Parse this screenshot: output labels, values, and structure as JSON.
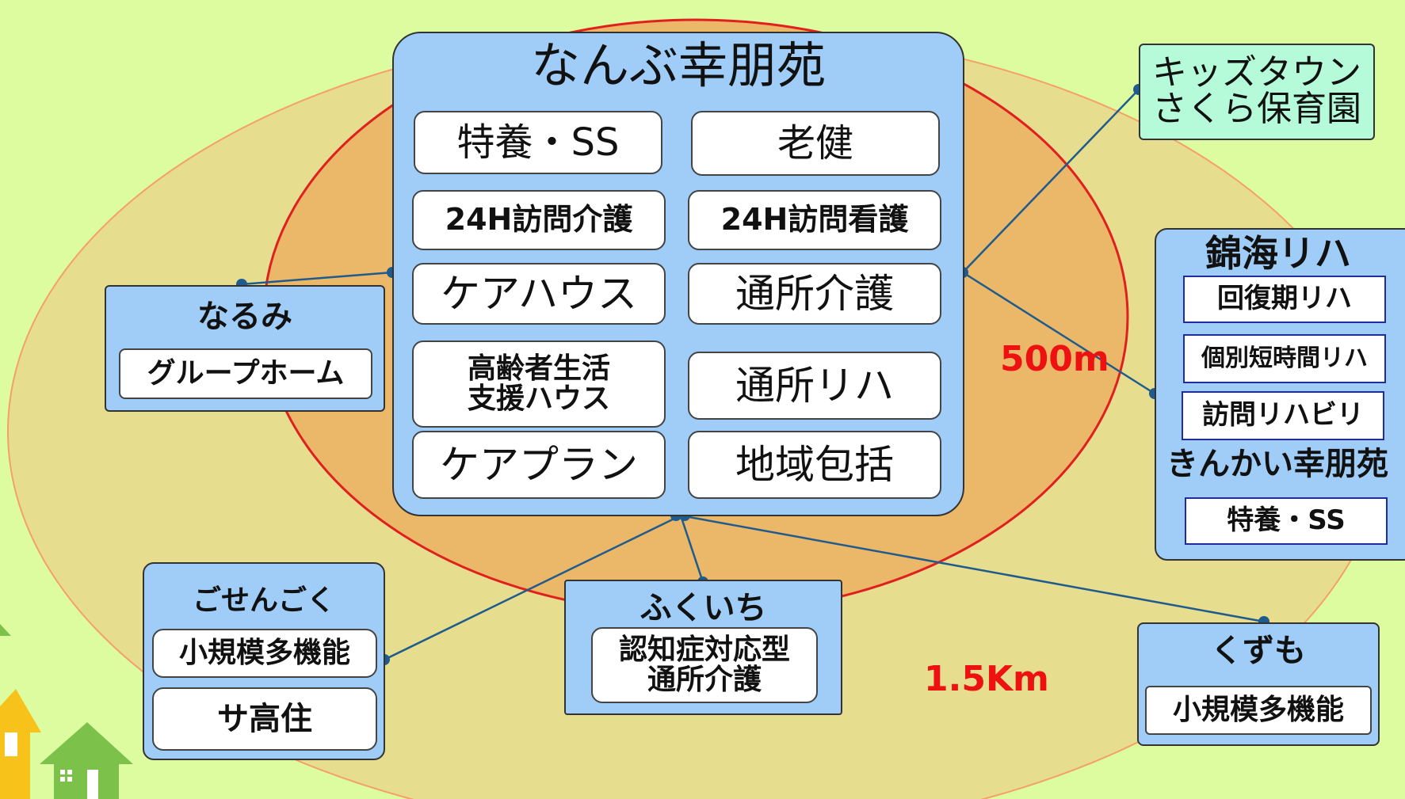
{
  "colors": {
    "background": "#ddfc9f",
    "outer_zone": "#e6de8e",
    "outer_zone_stroke": "#f4a068",
    "inner_zone": "#ebb768",
    "inner_zone_stroke": "#e0201e",
    "facility_fill": "#9fcdf8",
    "kids_fill": "#b6fbd9",
    "connector": "#1f5b8c",
    "radius_label": "#ee1111"
  },
  "hub": {
    "title": "なんぶ幸朋苑",
    "services": [
      [
        "特養・SS"
      ],
      [
        "老健"
      ],
      [
        "24H訪問介護"
      ],
      [
        "24H訪問看護"
      ],
      [
        "ケアハウス"
      ],
      [
        "通所介護"
      ],
      [
        "高齢者生活",
        "支援ハウス"
      ],
      [
        "通所リハ"
      ],
      [
        "ケアプラン"
      ],
      [
        "地域包括"
      ]
    ]
  },
  "kids": {
    "lines": [
      "キッズタウン",
      "さくら保育園"
    ]
  },
  "kinkai": {
    "title": "錦海リハ",
    "services": [
      "回復期リハ",
      "個別短時間リハ",
      "訪問リハビリ"
    ],
    "subtitle": "きんかい幸朋苑",
    "sub_services": [
      "特養・SS"
    ]
  },
  "narumi": {
    "title": "なるみ",
    "services": [
      "グループホーム"
    ]
  },
  "gosengoku": {
    "title": "ごせんごく",
    "services": [
      "小規模多機能",
      "サ高住"
    ]
  },
  "fukuichi": {
    "title": "ふくいち",
    "services": [
      [
        "認知症対応型",
        "通所介護"
      ]
    ]
  },
  "kuzumo": {
    "title": "くずも",
    "services": [
      "小規模多機能"
    ]
  },
  "radius_labels": {
    "inner": "500m",
    "outer": "1.5Km"
  },
  "decorations": [
    "house-icon-yellow",
    "house-icon-green"
  ]
}
